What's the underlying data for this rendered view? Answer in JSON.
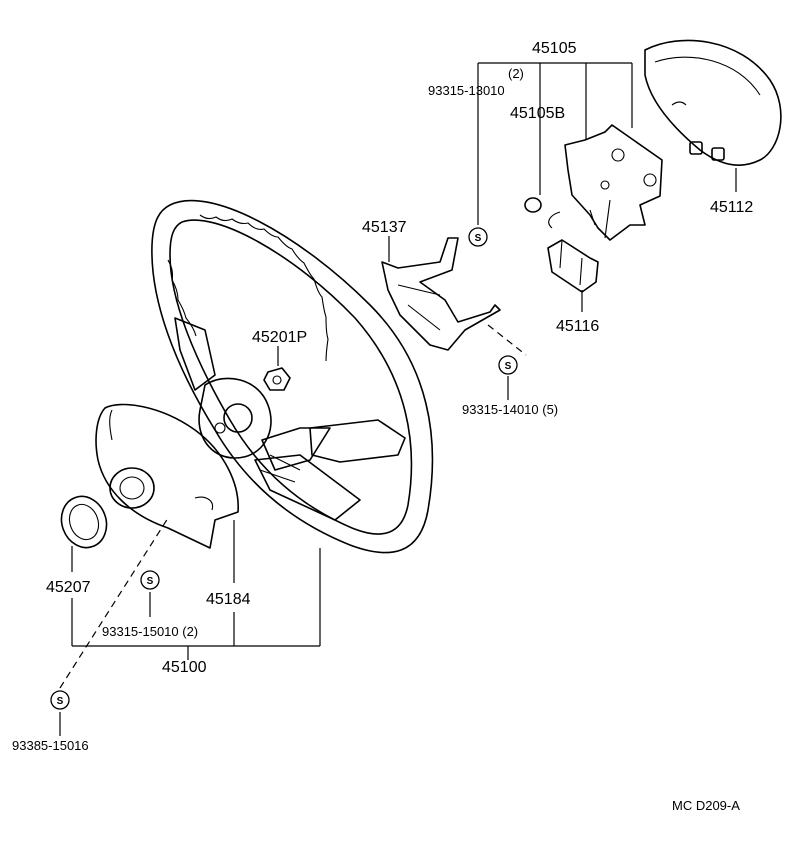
{
  "labels": {
    "p45105": "45105",
    "p45105_qty": "(2)",
    "p93315_13010": "93315-13010",
    "p45105B": "45105B",
    "p45112": "45112",
    "p45137": "45137",
    "p45116": "45116",
    "p45201P": "45201P",
    "p93315_14010": "93315-14010 (5)",
    "p45207": "45207",
    "p45184": "45184",
    "p93315_15010": "93315-15010 (2)",
    "p45100": "45100",
    "p93385_15016": "93385-15016",
    "diagram_code": "MC  D209-A"
  },
  "symbol_letter": "S"
}
